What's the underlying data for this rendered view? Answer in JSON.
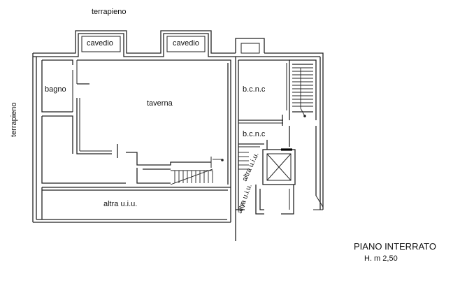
{
  "labels": {
    "terrapieno_top": "terrapieno",
    "terrapieno_left": "terrapieno",
    "cavedio_1": "cavedio",
    "cavedio_2": "cavedio",
    "bagno": "bagno",
    "taverna": "taverna",
    "bcnc_1": "b.c.n.c",
    "bcnc_2": "b.c.n.c",
    "altra_uiu_main": "altra u.i.u.",
    "altra_uiu_diag_1": "altra u.i.u.",
    "altra_uiu_diag_2": "altra u.i.u."
  },
  "title": {
    "main": "PIANO INTERRATO",
    "height": "H. m 2,50"
  }
}
